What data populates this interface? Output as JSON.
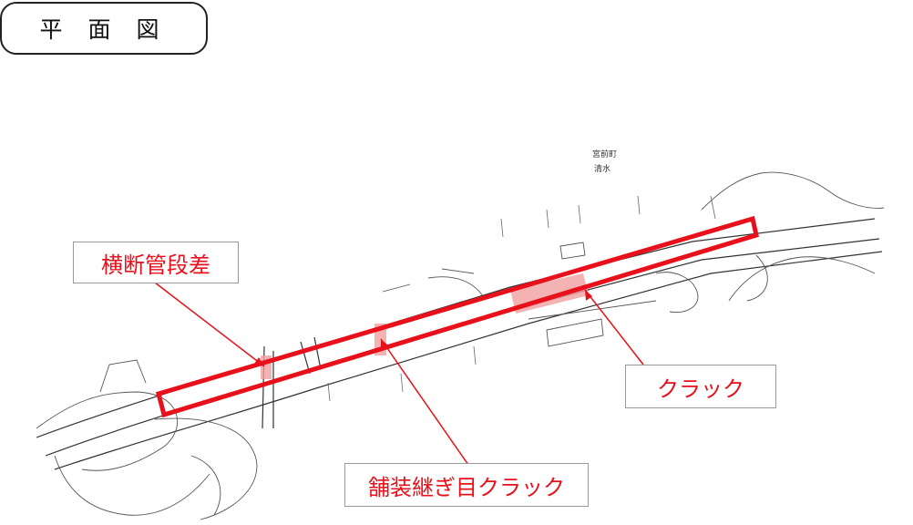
{
  "title": "平 面 図",
  "map_labels": {
    "place_name": "宮前町",
    "sub_label": "清水"
  },
  "callouts": {
    "crossing_pipe_step": "横断管段差",
    "crack": "クラック",
    "joint_crack": "舗装継ぎ目クラック"
  },
  "colors": {
    "highlight": "#e8101a",
    "damage_fill": "#f0a0a0",
    "linework": "#333333"
  }
}
